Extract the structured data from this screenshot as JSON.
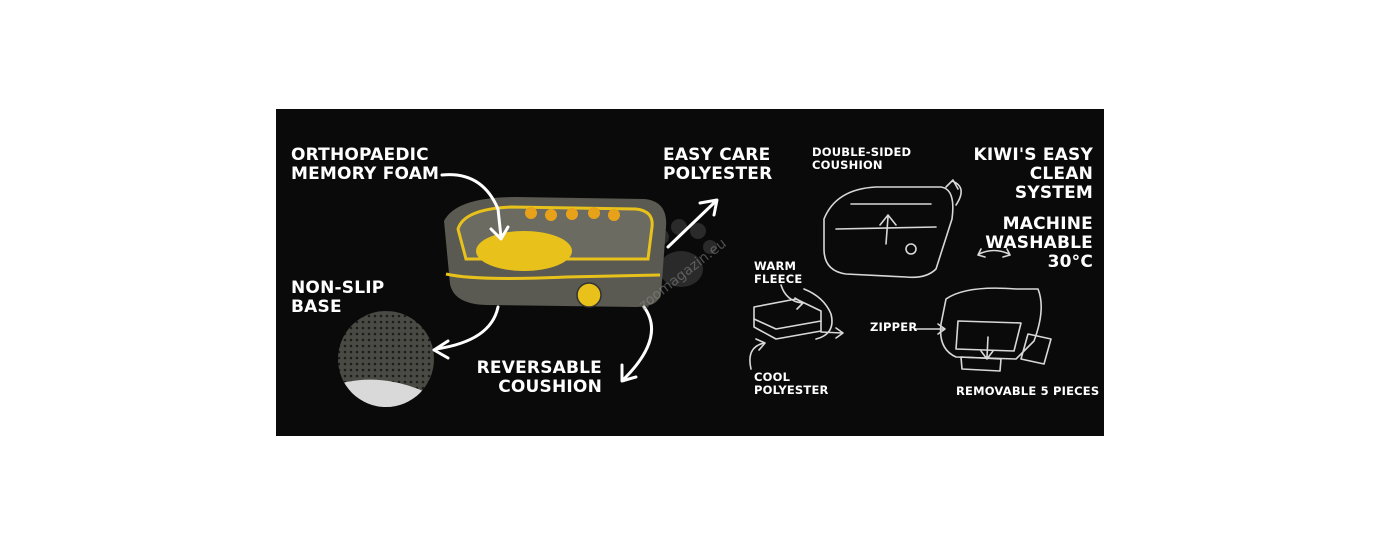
{
  "labels": {
    "orthopaedic": "ORTHOPAEDIC\nMEMORY FOAM",
    "non_slip": "NON-SLIP\nBASE",
    "reversable": "REVERSABLE\nCOUSHION",
    "easy_care": "EASY CARE\nPOLYESTER",
    "double_sided": "DOUBLE-SIDED\nCOUSHION",
    "kiwi_system": "KIWI'S EASY\nCLEAN SYSTEM",
    "machine_washable": "MACHINE\nWASHABLE\n30°C",
    "warm_fleece": "WARM\nFLEECE",
    "zipper": "ZIPPER",
    "cool_polyester": "COOL\nPOLYESTER",
    "removable": "REMOVABLE 5 PIECES"
  },
  "watermark": "zoomagazin.eu",
  "colors": {
    "background": "#0a0a0a",
    "bed_grey": "#5a5a52",
    "bed_yellow": "#e8c21a",
    "text": "#ffffff"
  }
}
